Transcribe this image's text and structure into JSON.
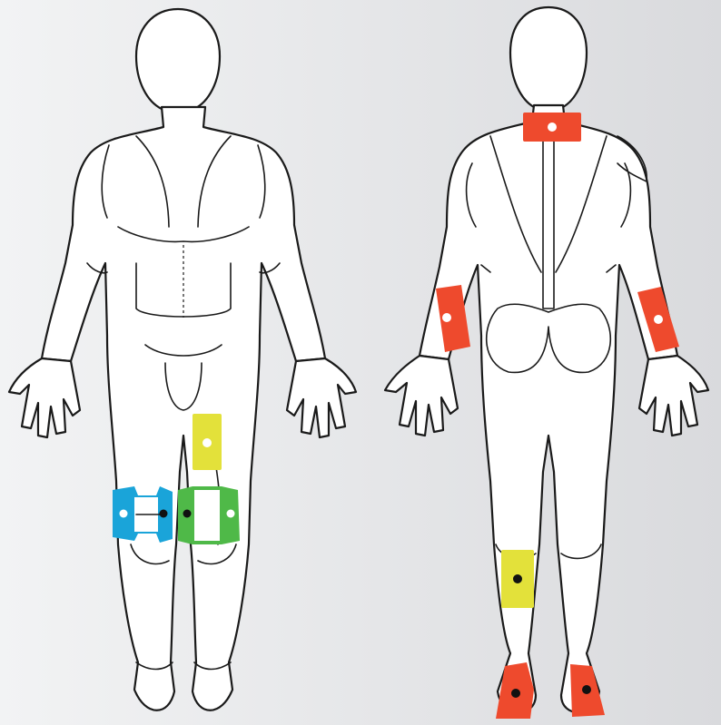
{
  "colors": {
    "red": "#ee4a2d",
    "yellow": "#e3e13a",
    "blue": "#1aa4d9",
    "green": "#4fb948",
    "outline": "#1a1a1a",
    "dot_white": "#ffffff",
    "dot_black": "#111111"
  },
  "figures": {
    "front": {
      "pads": [
        {
          "name": "thigh-pad-yellow",
          "color": "yellow",
          "dot": "white"
        },
        {
          "name": "knee-wrap-blue",
          "color": "blue",
          "dot": "white"
        },
        {
          "name": "knee-wrap-green",
          "color": "green",
          "dot": "black"
        }
      ]
    },
    "back": {
      "pads": [
        {
          "name": "neck-pad-red",
          "color": "red",
          "dot": "white"
        },
        {
          "name": "forearm-pad-red-left",
          "color": "red",
          "dot": "white"
        },
        {
          "name": "forearm-pad-red-right",
          "color": "red",
          "dot": "white"
        },
        {
          "name": "calf-pad-yellow",
          "color": "yellow",
          "dot": "black"
        },
        {
          "name": "heel-pad-red-left",
          "color": "red",
          "dot": "black"
        },
        {
          "name": "heel-pad-red-right",
          "color": "red",
          "dot": "black"
        }
      ]
    }
  }
}
